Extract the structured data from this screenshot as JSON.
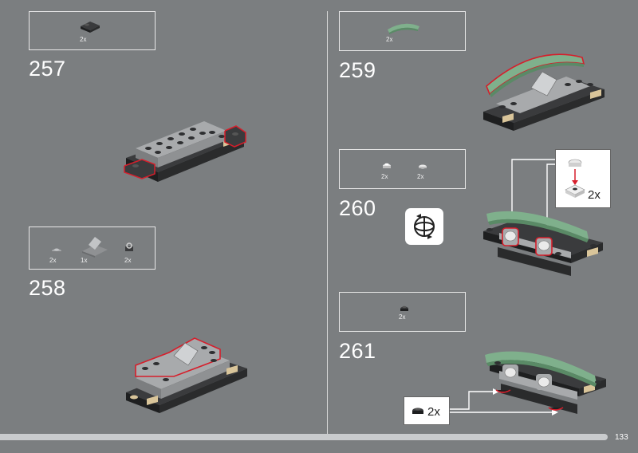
{
  "page_number": "133",
  "steps": [
    {
      "number": "257",
      "parts": [
        {
          "qty": "2x",
          "icon": "dark-slope-plate"
        }
      ]
    },
    {
      "number": "258",
      "parts": [
        {
          "qty": "2x",
          "icon": "round-plate-grey"
        },
        {
          "qty": "1x",
          "icon": "slope-grey"
        },
        {
          "qty": "2x",
          "icon": "clip-plate"
        }
      ]
    },
    {
      "number": "259",
      "parts": [
        {
          "qty": "2x",
          "icon": "green-curved-slope"
        }
      ]
    },
    {
      "number": "260",
      "parts": [
        {
          "qty": "2x",
          "icon": "round-plate-light"
        },
        {
          "qty": "2x",
          "icon": "round-tile-light"
        }
      ],
      "callout_qty": "2x",
      "rotate": "rotate-model-icon"
    },
    {
      "number": "261",
      "parts": [
        {
          "qty": "2x",
          "icon": "round-plate-dark"
        }
      ],
      "callout_qty": "2x"
    }
  ],
  "colors": {
    "background": "#7b7e80",
    "highlight": "#d61e2b",
    "green": "#7fb08c",
    "tan": "#d9c59a",
    "dark": "#2e2f31"
  }
}
